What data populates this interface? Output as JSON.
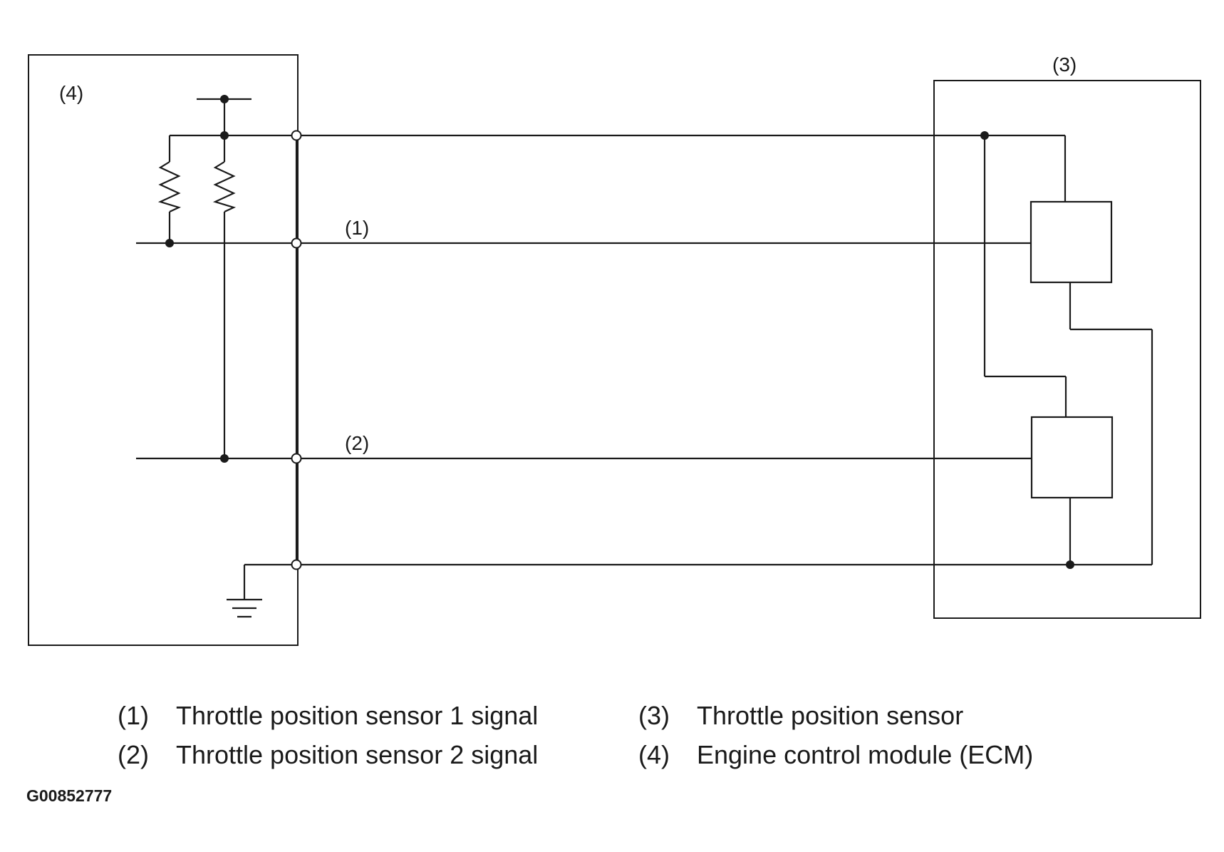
{
  "diagram": {
    "labels": {
      "ecm_marker": "(4)",
      "sensor_marker": "(3)",
      "wire1_marker": "(1)",
      "wire2_marker": "(2)"
    }
  },
  "legend": [
    {
      "num": "(1)",
      "text": "Throttle position sensor 1 signal"
    },
    {
      "num": "(2)",
      "text": "Throttle position sensor 2 signal"
    },
    {
      "num": "(3)",
      "text": "Throttle position sensor"
    },
    {
      "num": "(4)",
      "text": "Engine control module (ECM)"
    }
  ],
  "figure_id": "G00852777"
}
